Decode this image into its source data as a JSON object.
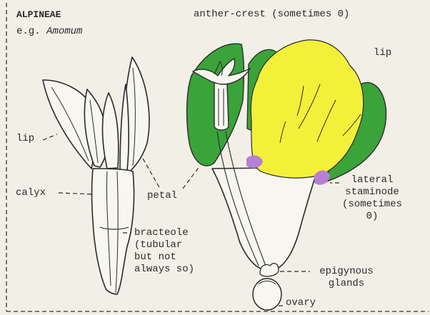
{
  "title": "ALPINEAE",
  "example_prefix": "e.g. ",
  "example_genus": "Amomum",
  "labels": {
    "anther_crest": "anther-crest (sometimes 0)",
    "lip_right": "lip",
    "lip_left": "lip",
    "calyx": "calyx",
    "petal": "petal",
    "bracteole": "bracteole\n(tubular\nbut not\nalways so)",
    "lateral_staminode": "lateral\nstaminode\n(sometimes\n0)",
    "epigynous_glands": "epigynous\nglands",
    "ovary": "ovary"
  },
  "colors": {
    "background": "#f1efe6",
    "lip_fill": "#f3f03a",
    "staminode_green": "#3aa33a",
    "gland_purple": "#b87fd6",
    "outline": "#2a2a2a"
  }
}
